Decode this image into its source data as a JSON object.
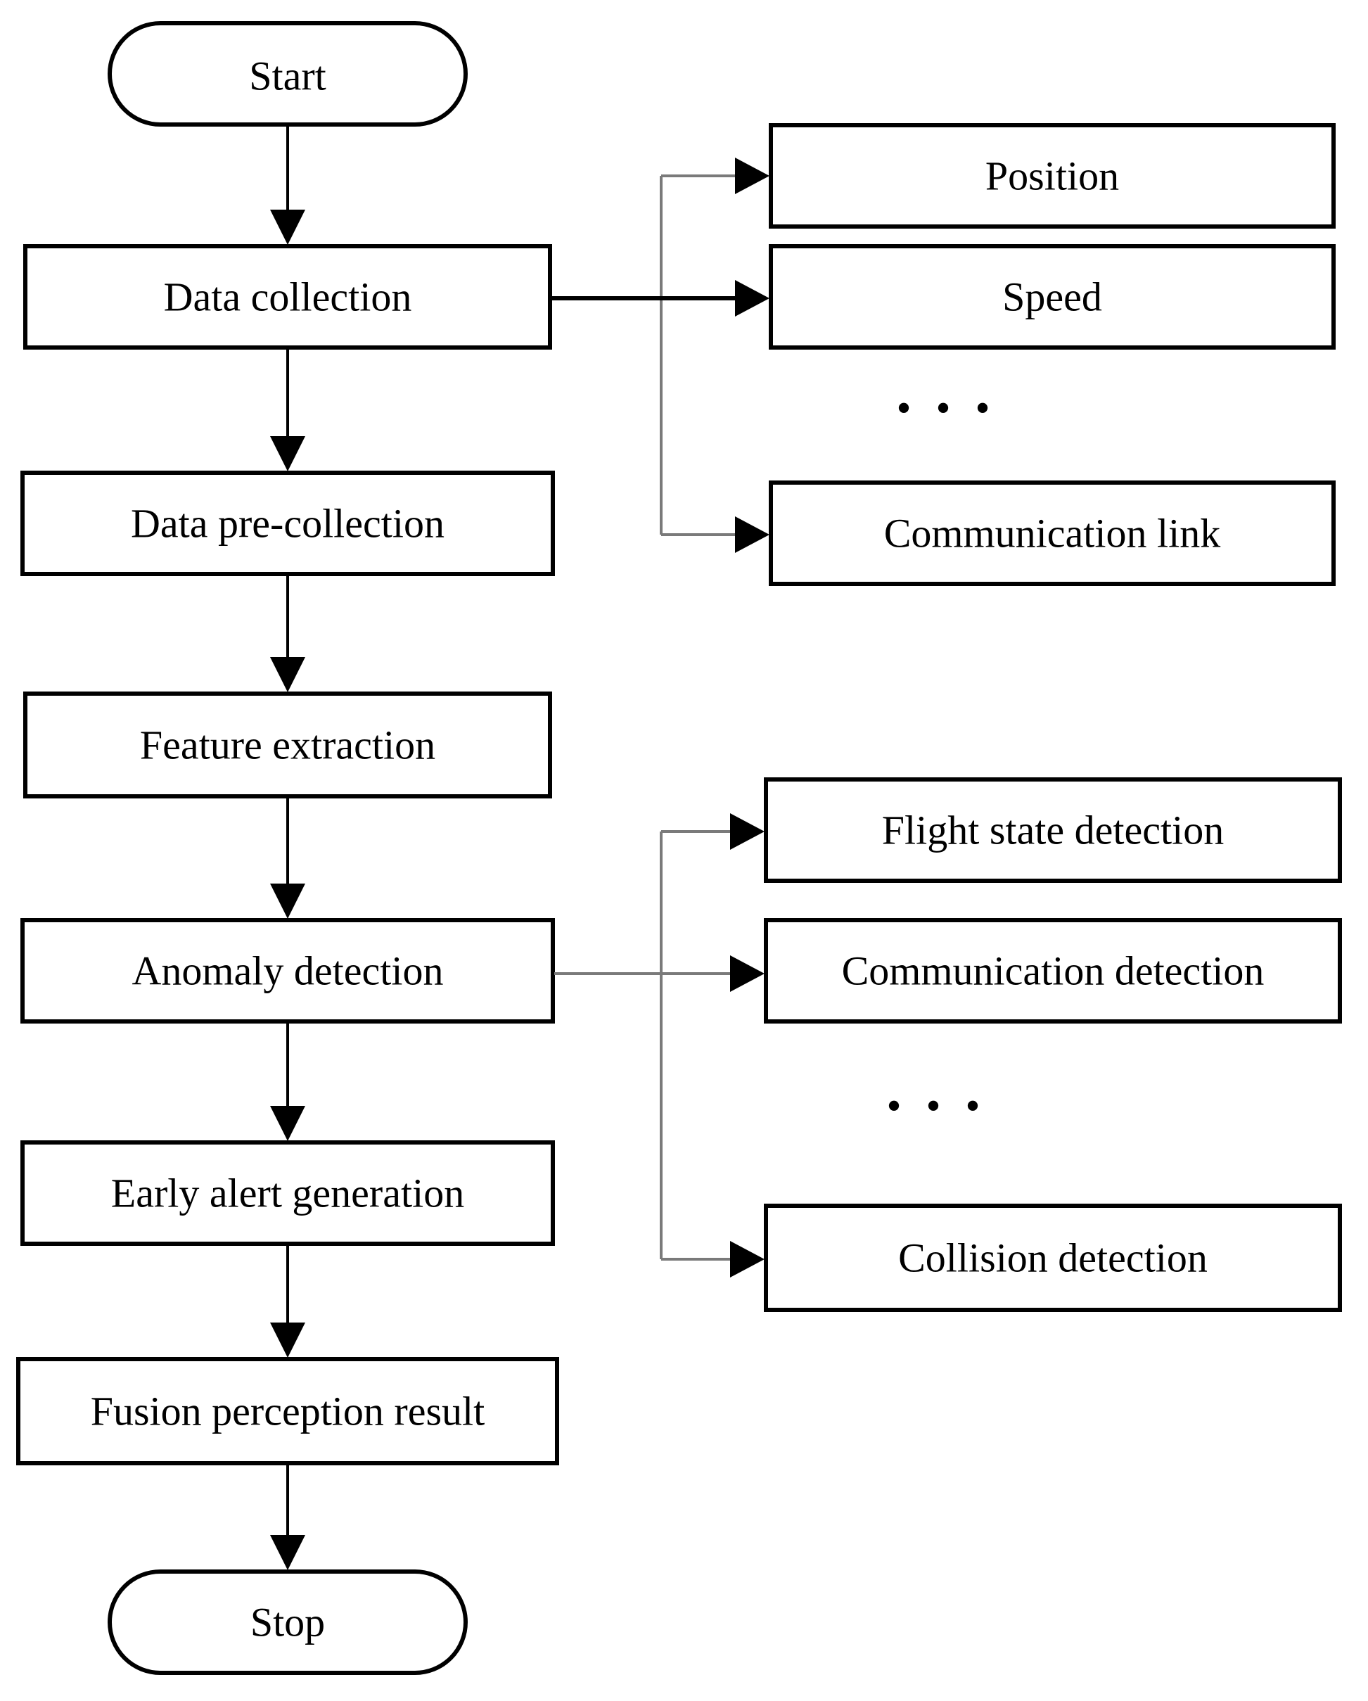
{
  "flowchart": {
    "start": "Start",
    "stop": "Stop",
    "steps": [
      "Data collection",
      "Data pre-collection",
      "Feature extraction",
      "Anomaly detection",
      "Early alert generation",
      "Fusion perception result"
    ],
    "data_sources": [
      "Position",
      "Speed",
      "Communication link"
    ],
    "detections": [
      "Flight state detection",
      "Communication detection",
      "Collision detection"
    ],
    "ellipsis": "• • •"
  }
}
